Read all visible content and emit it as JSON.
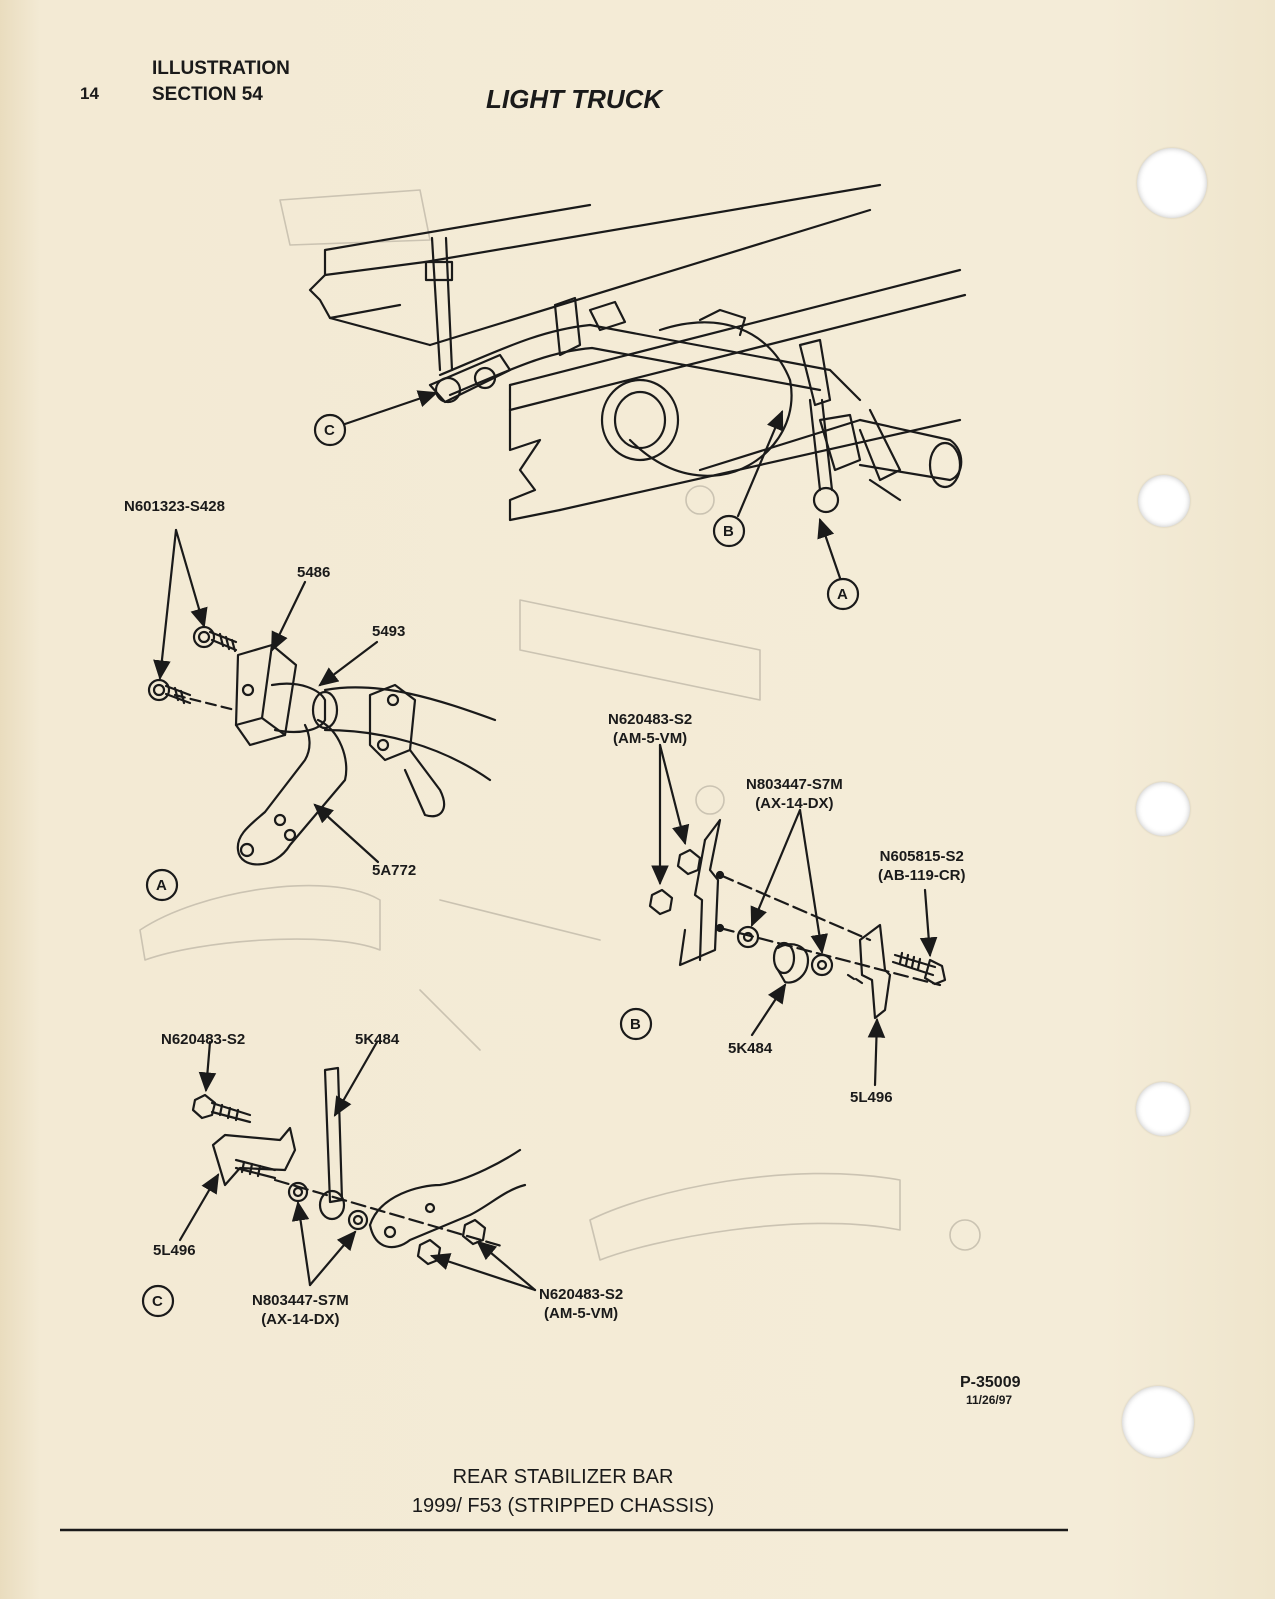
{
  "header": {
    "page_number": "14",
    "illustration": "ILLUSTRATION",
    "section": "SECTION 54",
    "title": "LIGHT TRUCK"
  },
  "views": {
    "A": "A",
    "B": "B",
    "C": "C"
  },
  "callouts": {
    "a_bolt": "N601323-S428",
    "a_bracket": "5486",
    "a_bushing": "5493",
    "a_bar": "5A772",
    "b_nut": "N620483-S2\n(AM-5-VM)",
    "b_washer": "N803447-S7M\n(AX-14-DX)",
    "b_bolt": "N605815-S2\n(AB-119-CR)",
    "b_link": "5K484",
    "b_bracket": "5L496",
    "c_bolt": "N620483-S2",
    "c_link": "5K484",
    "c_bracket": "5L496",
    "c_washer": "N803447-S7M\n(AX-14-DX)",
    "c_nut": "N620483-S2\n(AM-5-VM)"
  },
  "reference": {
    "part_number": "P-35009",
    "date": "11/26/97"
  },
  "caption": {
    "line1": "REAR STABILIZER BAR",
    "line2": "1999/ F53 (STRIPPED CHASSIS)"
  }
}
